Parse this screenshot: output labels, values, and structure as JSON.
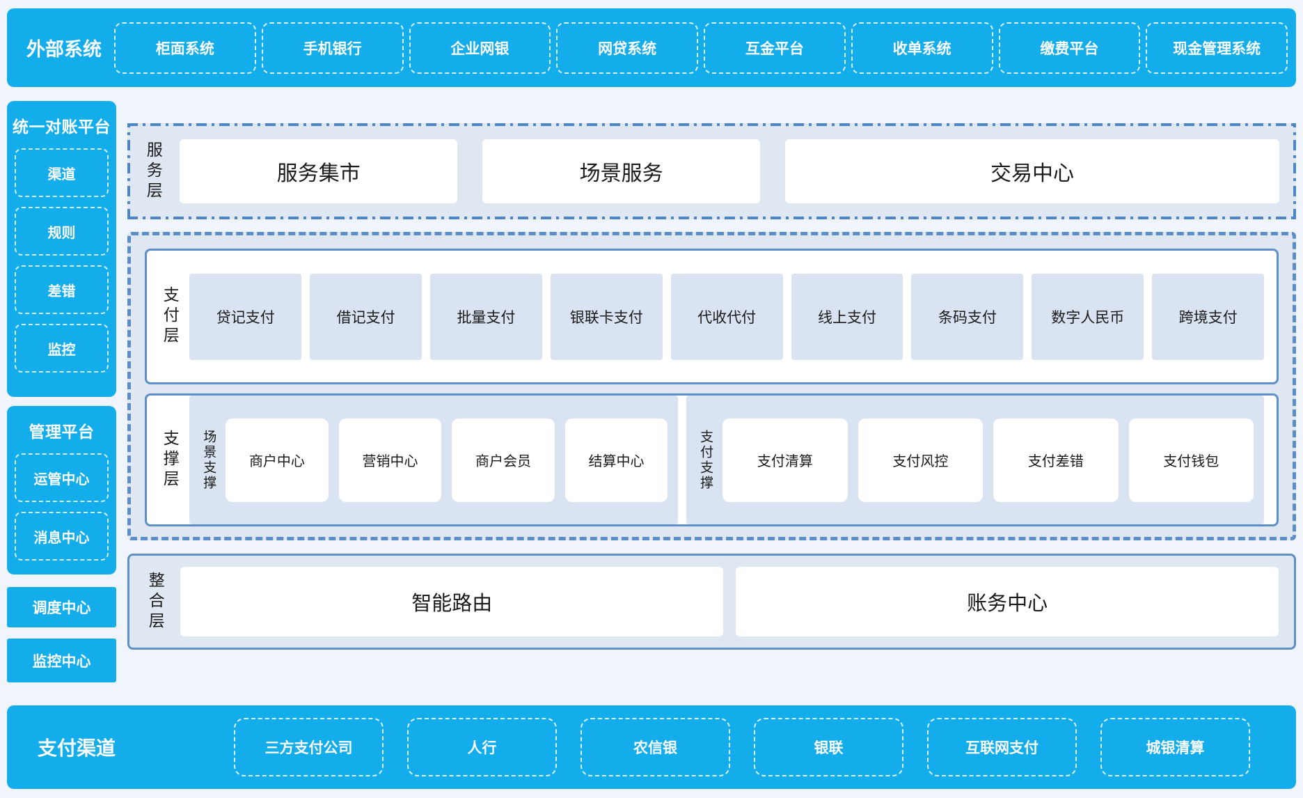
{
  "colors": {
    "bar_blue": "#12ADEA",
    "panel_bg": "#DFE7F3",
    "item_bg": "#D9E3F1",
    "solid_border": "#5E90C8",
    "dashed_border": "#5B8EC9",
    "dashdot_border": "#4C86C6",
    "text_dark": "#1A1A1A",
    "page_bg": "#EFF5FB"
  },
  "top_bar": {
    "title": "外部系统",
    "items": [
      "柜面系统",
      "手机银行",
      "企业网银",
      "网贷系统",
      "互金平台",
      "收单系统",
      "缴费平台",
      "现金管理系统"
    ]
  },
  "sidebar": {
    "reconciliation": {
      "title": "统一对账平台",
      "items": [
        "渠道",
        "规则",
        "差错",
        "监控"
      ]
    },
    "management": {
      "title": "管理平台",
      "items": [
        "运管中心",
        "消息中心"
      ]
    },
    "standalone": [
      "调度中心",
      "监控中心"
    ]
  },
  "layers": {
    "service": {
      "label": "服务层",
      "items": [
        "服务集市",
        "场景服务",
        "交易中心"
      ]
    },
    "payment": {
      "label": "支付层",
      "items": [
        "贷记支付",
        "借记支付",
        "批量支付",
        "银联卡支付",
        "代收代付",
        "线上支付",
        "条码支付",
        "数字人民币",
        "跨境支付"
      ]
    },
    "support": {
      "label": "支撑层",
      "groups": [
        {
          "label": "场景支撑",
          "items": [
            "商户中心",
            "营销中心",
            "商户会员",
            "结算中心"
          ]
        },
        {
          "label": "支付支撑",
          "items": [
            "支付清算",
            "支付风控",
            "支付差错",
            "支付钱包"
          ]
        }
      ]
    },
    "integration": {
      "label": "整合层",
      "items": [
        "智能路由",
        "账务中心"
      ]
    }
  },
  "bottom_bar": {
    "title": "支付渠道",
    "items": [
      "三方支付公司",
      "人行",
      "农信银",
      "银联",
      "互联网支付",
      "城银清算"
    ]
  }
}
